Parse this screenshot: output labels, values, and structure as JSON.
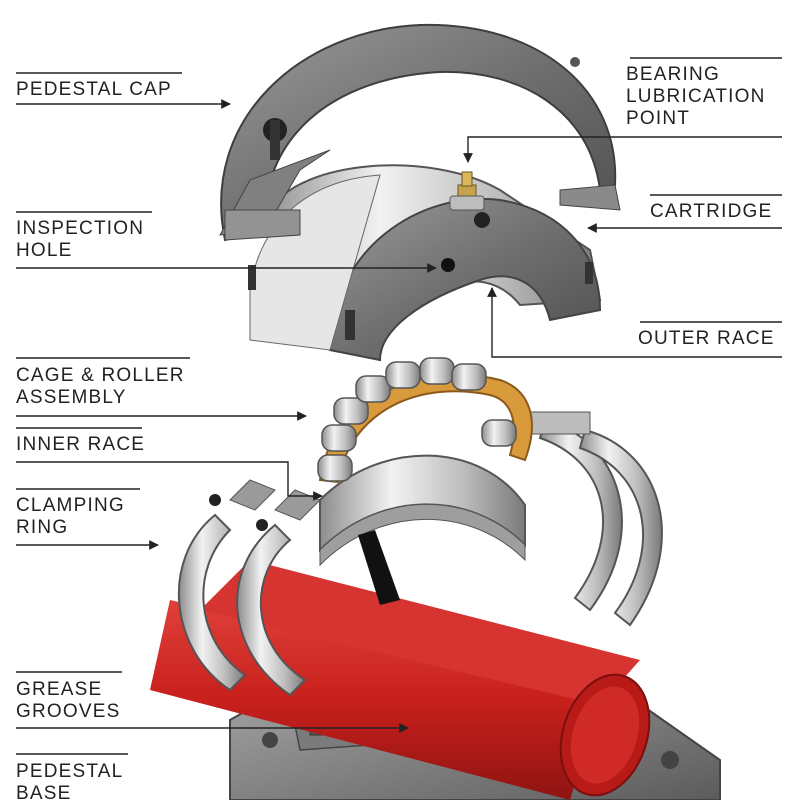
{
  "diagram": {
    "labels": {
      "pedestal_cap": "PEDESTAL CAP",
      "bearing_lubrication_point": "BEARING\nLUBRICATION\nPOINT",
      "inspection_hole": "INSPECTION\nHOLE",
      "cartridge": "CARTRIDGE",
      "outer_race": "OUTER RACE",
      "cage_roller_assembly": "CAGE & ROLLER\nASSEMBLY",
      "inner_race": "INNER RACE",
      "clamping_ring": "CLAMPING\nRING",
      "grease_grooves": "GREASE\nGROOVES",
      "pedestal_base": "PEDESTAL\nBASE"
    },
    "colors": {
      "shaft": "#c8201c",
      "metal_dark": "#6e6e6e",
      "metal_light": "#cfcfcf",
      "cage": "#d99a3c",
      "leader": "#222222"
    }
  }
}
